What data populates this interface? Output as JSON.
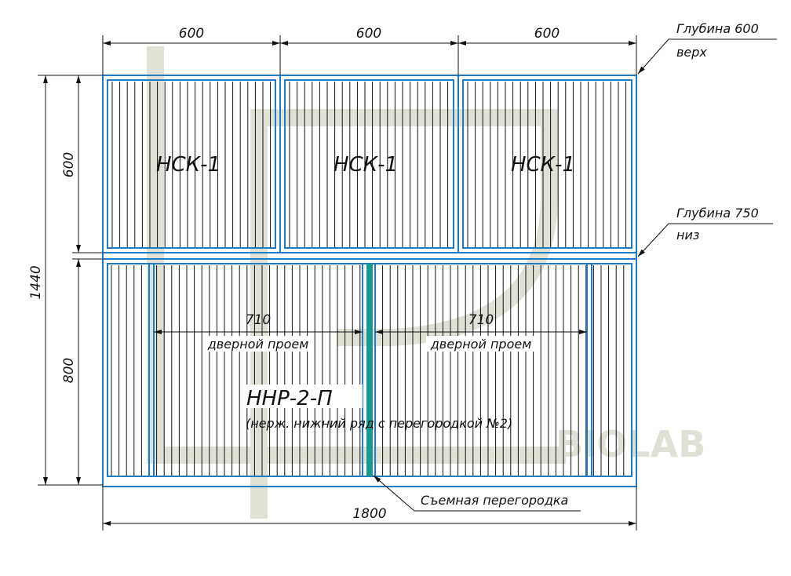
{
  "dimensions": {
    "top_widths": [
      "600",
      "600",
      "600"
    ],
    "total_width": "1800",
    "total_height": "1440",
    "upper_height": "600",
    "lower_height": "800",
    "door_left": "710",
    "door_right": "710"
  },
  "callouts": {
    "upper_depth": "Глубина 600",
    "upper_note": "верх",
    "lower_depth": "Глубина 750",
    "lower_note": "низ",
    "partition": "Съемная перегородка"
  },
  "labels": {
    "upper_modules": [
      "НСК-1",
      "НСК-1",
      "НСК-1"
    ],
    "door_opening": "дверной проем",
    "lower_module": "ННР-2-П",
    "lower_module_desc": "(нерж. нижний ряд с перегородкой №2)"
  },
  "watermark": "BIOLAB",
  "colors": {
    "frame": "#1f7bc4",
    "partition": "#1a9a8f",
    "watermark": "#dde2d4"
  }
}
